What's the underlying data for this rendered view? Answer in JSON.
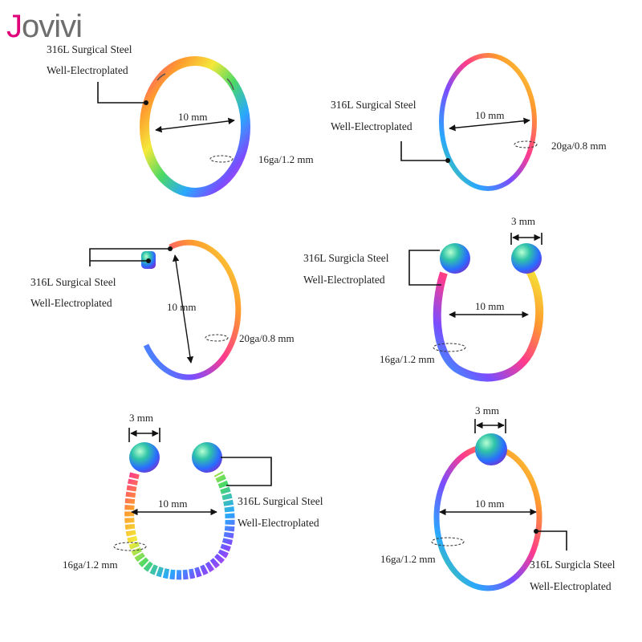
{
  "brand": {
    "name_initial": "J",
    "name_rest": "ovivi",
    "colors": {
      "initial": "#e0007a",
      "rest": "#6e6e6e"
    }
  },
  "ring_colors": [
    "#ff3a8c",
    "#ff9a2e",
    "#f4e93a",
    "#4cd964",
    "#2aa7ff",
    "#7a4dff",
    "#e54bd6"
  ],
  "products": [
    {
      "id": "hinged-segment-ring",
      "material": "316L Surgical Steel",
      "finish": "Well-Electroplated",
      "diameter": "10 mm",
      "gauge": "16ga/1.2 mm"
    },
    {
      "id": "seamless-ring",
      "material": "316L Surgical Steel",
      "finish": "Well-Electroplated",
      "diameter": "10 mm",
      "gauge": "20ga/0.8 mm"
    },
    {
      "id": "clip-on-ring",
      "material": "316L Surgical Steel",
      "finish": "Well-Electroplated",
      "diameter": "10 mm",
      "gauge": "20ga/0.8 mm"
    },
    {
      "id": "horseshoe-ring",
      "material": "316L Surgicla Steel",
      "finish": "Well-Electroplated",
      "diameter": "10 mm",
      "gauge": "16ga/1.2 mm",
      "ball": "3 mm"
    },
    {
      "id": "twisted-horseshoe-ring",
      "material": "316L Surgical Steel",
      "finish": "Well-Electroplated",
      "diameter": "10 mm",
      "gauge": "16ga/1.2 mm",
      "ball": "3 mm"
    },
    {
      "id": "captive-bead-ring",
      "material": "316L Surgicla Steel",
      "finish": "Well-Electroplated",
      "diameter": "10 mm",
      "gauge": "16ga/1.2 mm",
      "ball": "3 mm"
    }
  ]
}
